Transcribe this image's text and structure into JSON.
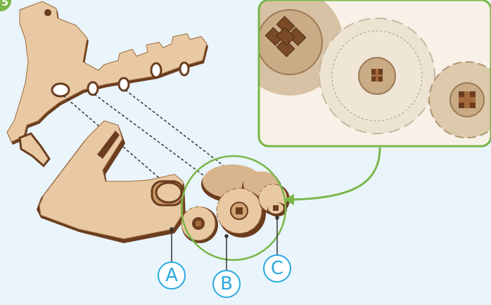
{
  "step": {
    "number": "5"
  },
  "callouts": [
    {
      "id": "A",
      "label": "A"
    },
    {
      "id": "B",
      "label": "B"
    },
    {
      "id": "C",
      "label": "C"
    }
  ],
  "colors": {
    "background": "#eaf4fb",
    "plywood": "#e8c9a3",
    "plywood_edge": "#9b6a3c",
    "plywood_dark": "#6b3d1f",
    "zoom_ring": "#7ab648",
    "callout_blue": "#29a9e0",
    "guide_line": "#333333"
  },
  "icons": {
    "zoom_arrow": "curved-arrow-icon"
  }
}
